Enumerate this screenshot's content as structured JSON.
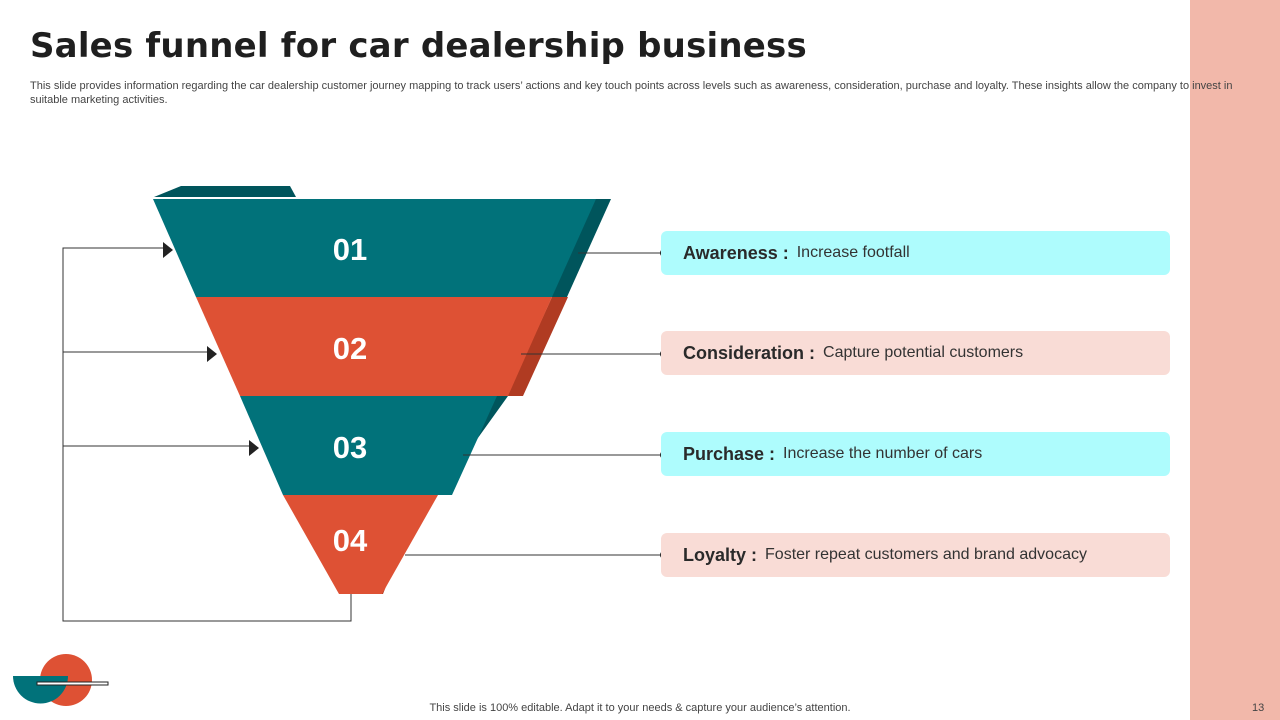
{
  "slide": {
    "title": "Sales funnel for car dealership business",
    "subtitle": "This slide provides information regarding the car dealership customer journey mapping to track users’ actions and key touch points across levels such as awareness, consideration, purchase and loyalty. These insights allow the company to invest in suitable marketing activities.",
    "footer": "This slide is 100% editable. Adapt it to your needs & capture your audience’s attention.",
    "page_number": "13"
  },
  "colors": {
    "teal": "#01727a",
    "teal_dark": "#00555c",
    "orange": "#de5134",
    "orange_dark": "#b03b22",
    "card_teal": "#aefcfd",
    "card_peach": "#f9dcd6",
    "side_band": "#f2b8aa"
  },
  "stages": [
    {
      "number": "01",
      "label": "Awareness :",
      "description": "Increase footfall"
    },
    {
      "number": "02",
      "label": "Consideration :",
      "description": "Capture potential customers"
    },
    {
      "number": "03",
      "label": "Purchase :",
      "description": "Increase the number of cars"
    },
    {
      "number": "04",
      "label": "Loyalty :",
      "description": "Foster repeat customers and brand advocacy"
    }
  ]
}
